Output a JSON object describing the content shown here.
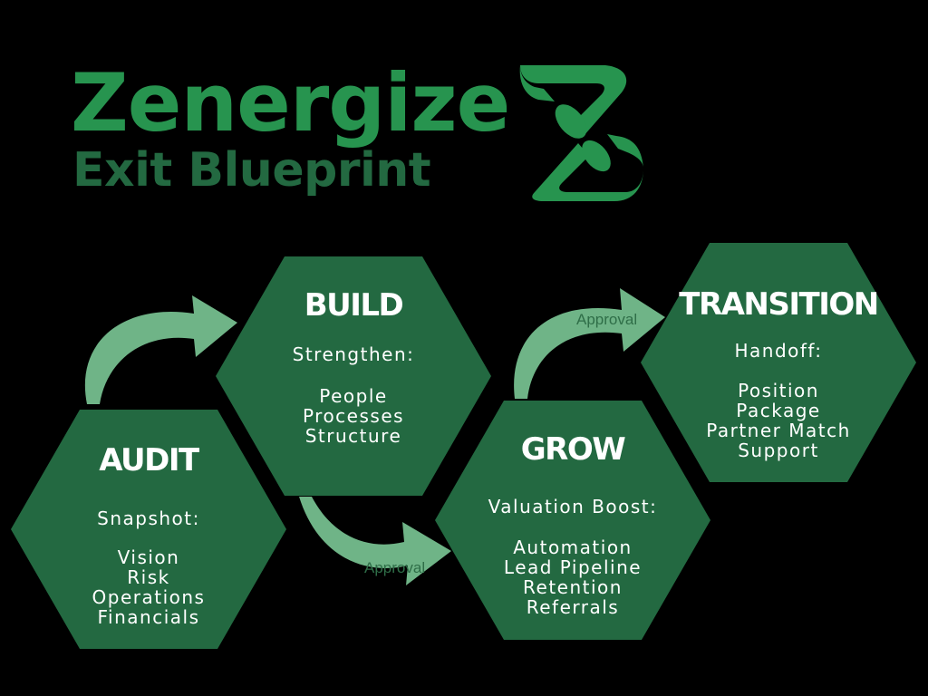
{
  "header": {
    "brand": "Zenergize",
    "subtitle": "Exit Blueprint",
    "logo_icon": "zenergize-z-logo-icon"
  },
  "colors": {
    "background": "#000000",
    "hex_fill": "#236941",
    "brand_green": "#27944f",
    "subtitle_green": "#236941",
    "arrow_fill": "#6fb487",
    "approval_text": "#2f6e48"
  },
  "stages": [
    {
      "title": "AUDIT",
      "subtitle": "Snapshot:",
      "items": [
        "Vision",
        "Risk",
        "Operations",
        "Financials"
      ]
    },
    {
      "title": "BUILD",
      "subtitle": "Strengthen:",
      "items": [
        "People",
        "Processes",
        "Structure"
      ]
    },
    {
      "title": "GROW",
      "subtitle": "Valuation Boost:",
      "items": [
        "Automation",
        "Lead Pipeline",
        "Retention",
        "Referrals"
      ]
    },
    {
      "title": "TRANSITION",
      "subtitle": "Handoff:",
      "items": [
        "Position",
        "Package",
        "Partner Match",
        "Support"
      ]
    }
  ],
  "connectors": [
    {
      "from": "AUDIT",
      "to": "BUILD",
      "label": ""
    },
    {
      "from": "BUILD",
      "to": "GROW",
      "label": "Approval"
    },
    {
      "from": "GROW",
      "to": "TRANSITION",
      "label": "Approval"
    }
  ]
}
